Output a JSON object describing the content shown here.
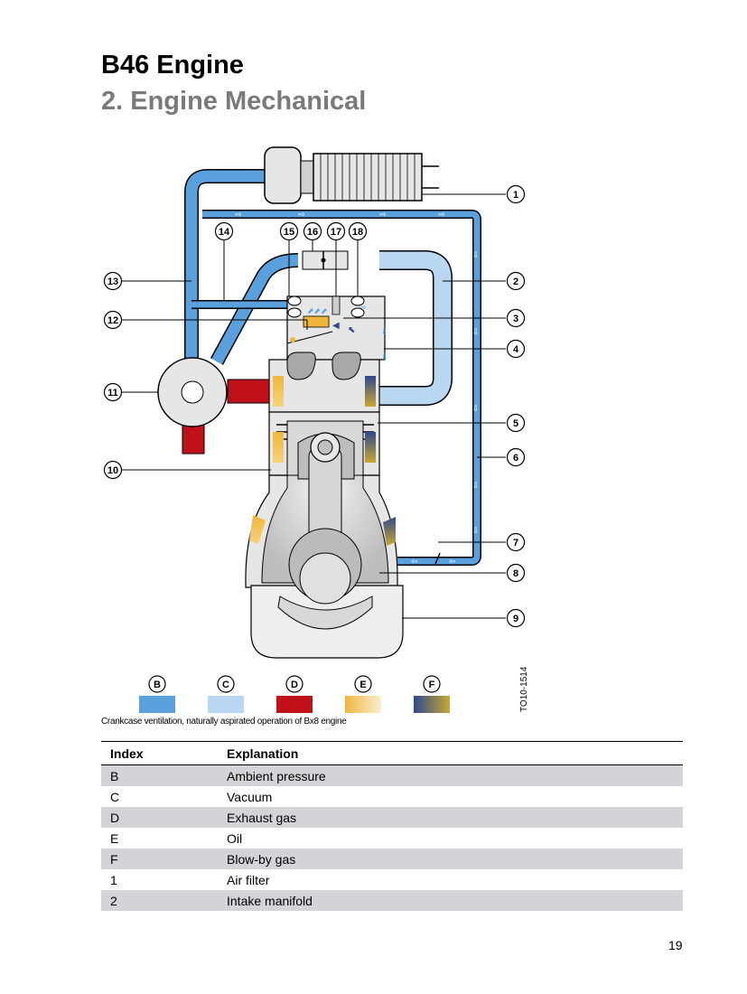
{
  "header": {
    "title": "B46 Engine",
    "subtitle": "2. Engine Mechanical"
  },
  "figure": {
    "code": "TO10-1514",
    "caption": "Crankcase ventilation, naturally aspirated operation of Bx8 engine",
    "callouts": [
      "1",
      "2",
      "3",
      "4",
      "5",
      "6",
      "7",
      "8",
      "9",
      "10",
      "11",
      "12",
      "13",
      "14",
      "15",
      "16",
      "17",
      "18"
    ],
    "legend": [
      {
        "key": "B",
        "color": "#5aa0dc"
      },
      {
        "key": "C",
        "color": "#b9d7f0"
      },
      {
        "key": "D",
        "color": "#c0101a"
      },
      {
        "key": "E",
        "color": "#f0b63c"
      },
      {
        "key": "F",
        "color": "#2f4a8c"
      }
    ],
    "colors": {
      "ambient": "#5aa0dc",
      "vacuum": "#b9d7f0",
      "exhaust": "#c0101a",
      "oil": "#f0b63c",
      "blowby": "#2f4a8c",
      "engine": "#e6e6e6"
    }
  },
  "table": {
    "headers": [
      "Index",
      "Explanation"
    ],
    "rows": [
      {
        "index": "B",
        "text": "Ambient pressure"
      },
      {
        "index": "C",
        "text": "Vacuum"
      },
      {
        "index": "D",
        "text": "Exhaust gas"
      },
      {
        "index": "E",
        "text": "Oil"
      },
      {
        "index": "F",
        "text": "Blow-by gas"
      },
      {
        "index": "1",
        "text": "Air filter"
      },
      {
        "index": "2",
        "text": "Intake manifold"
      }
    ]
  },
  "page_number": "19"
}
